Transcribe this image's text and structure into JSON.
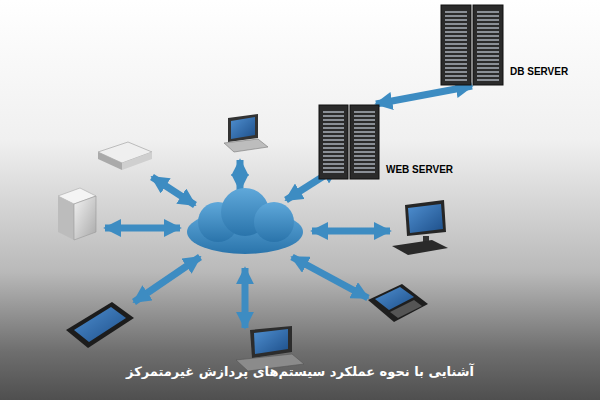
{
  "diagram": {
    "caption": "آشنایی با نحوه عملکرد سیستم‌های پردازش غیرمتمرکز",
    "nodes": [
      {
        "text": [
          "DB SERVER"
        ]
      },
      {
        "text": [
          "WEB SERVER"
        ]
      }
    ],
    "edges": [
      {
        "from": 1,
        "to": 0,
        "arrow": "both"
      }
    ]
  }
}
